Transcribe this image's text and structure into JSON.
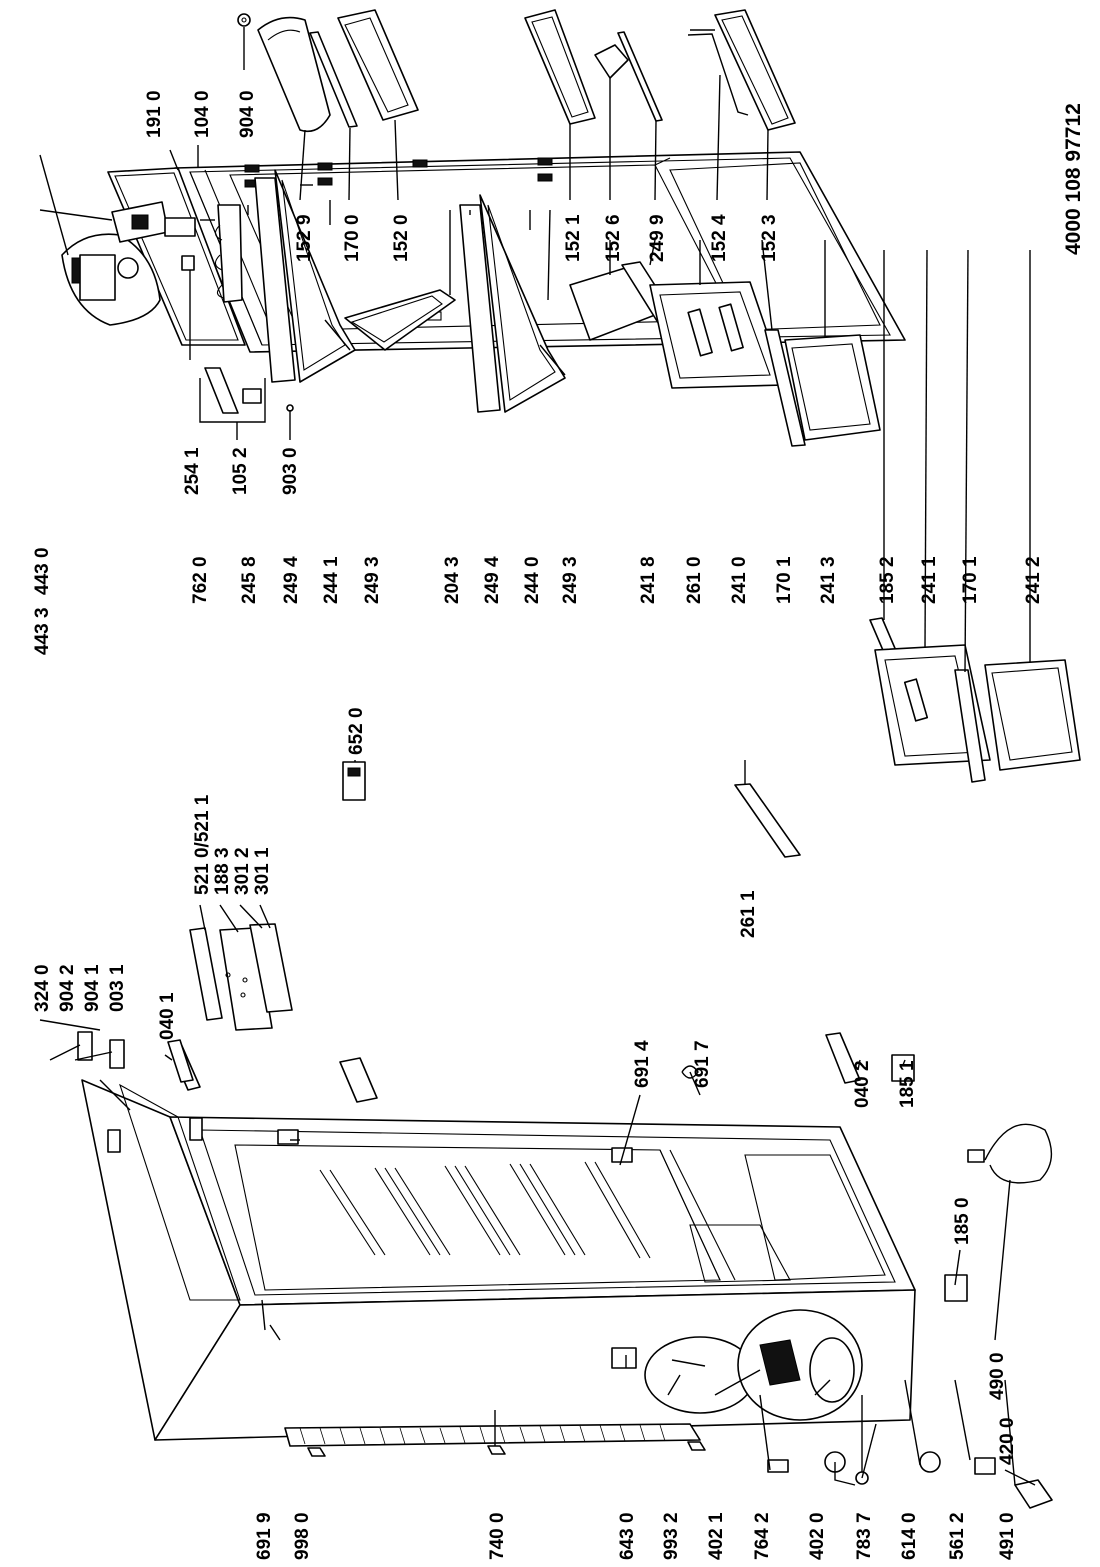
{
  "document_number": "4000 108 97712",
  "labels": {
    "l1910": "191 0",
    "l1040": "104 0",
    "l9040": "904 0",
    "l1529": "152 9",
    "l1700": "170 0",
    "l1520": "152 0",
    "l1521": "152 1",
    "l1526": "152 6",
    "l2499a": "249 9",
    "l1524": "152 4",
    "l1523": "152 3",
    "l2541": "254 1",
    "l1052": "105 2",
    "l9030": "903 0",
    "l4430": "443 0",
    "l4433": "443 3",
    "l7620": "762 0",
    "l2458": "245 8",
    "l2494a": "249 4",
    "l2441": "244 1",
    "l2493a": "249 3",
    "l2043": "204 3",
    "l2494b": "249 4",
    "l2440": "244 0",
    "l2493b": "249 3",
    "l2418": "241 8",
    "l2610": "261 0",
    "l2410": "241 0",
    "l1701a": "170 1",
    "l2413": "241 3",
    "l1852": "185 2",
    "l2411": "241 1",
    "l1701b": "170 1",
    "l2412": "241 2",
    "l2611": "261 1",
    "l3240": "324 0",
    "l9042": "904 2",
    "l9041": "904 1",
    "l0031": "003 1",
    "l0401": "040 1",
    "l5210": "521 0/521 1",
    "l1883": "188 3",
    "l3012": "301 2",
    "l3011": "301 1",
    "l6520": "652 0",
    "l6914": "691 4",
    "l6917": "691 7",
    "l0402": "040 2",
    "l1851": "185 1",
    "l1850": "185 0",
    "l4900": "490 0",
    "l6919": "691 9",
    "l9980": "998 0",
    "l7400": "740 0",
    "l6430": "643 0",
    "l9932": "993 2",
    "l4021": "402 1",
    "l7642": "764 2",
    "l4020": "402 0",
    "l7837": "783 7",
    "l6140": "614 0",
    "l5612": "561 2",
    "l4910": "491 0",
    "l4200": "420 0"
  }
}
